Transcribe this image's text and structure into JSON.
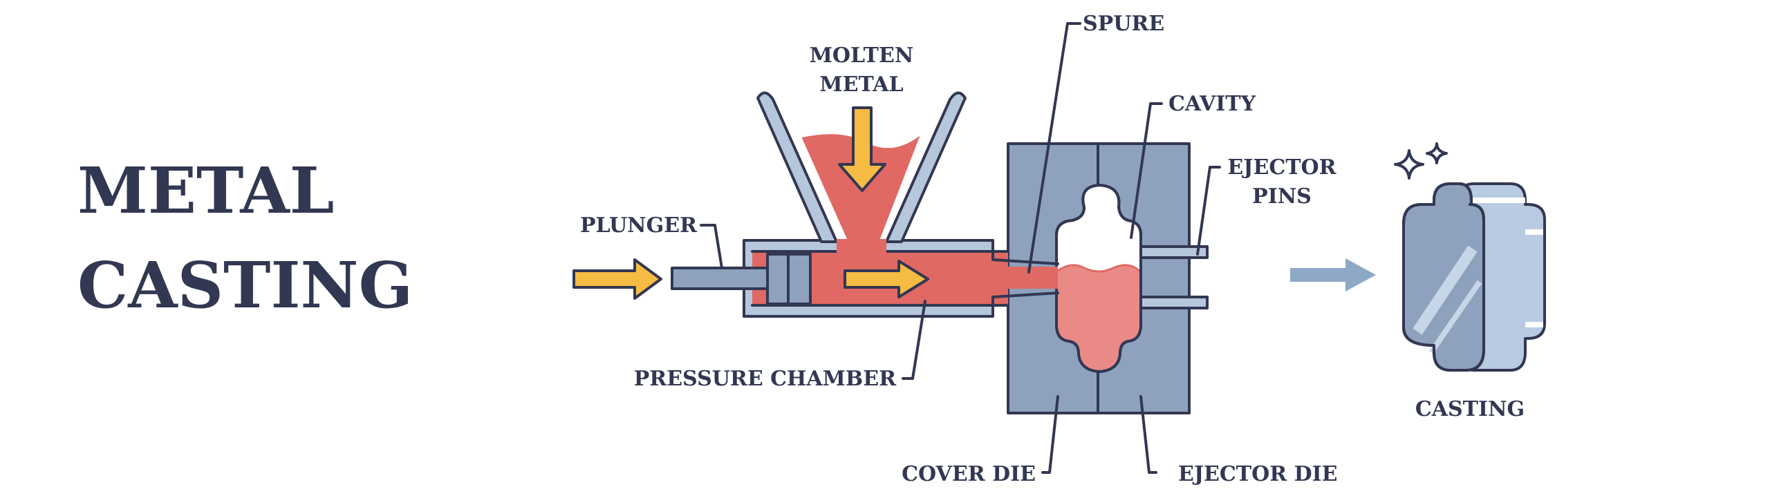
{
  "title": {
    "line1": "METAL",
    "line2": "CASTING"
  },
  "labels": {
    "molten_metal_1": "MOLTEN",
    "molten_metal_2": "METAL",
    "plunger": "PLUNGER",
    "pressure_chamber": "PRESSURE CHAMBER",
    "spure": "SPURE",
    "cavity": "CAVITY",
    "ejector_pins_1": "EJECTOR",
    "ejector_pins_2": "PINS",
    "cover_die": "COVER DIE",
    "ejector_die": "EJECTOR DIE",
    "casting": "CASTING"
  },
  "colors": {
    "ink": "#323752",
    "molten": "#e06964",
    "molten_light": "#e98a86",
    "die": "#8ea2bd",
    "funnel": "#b6c6db",
    "arrow_yellow": "#f6bb42",
    "arrow_blue": "#8ea8c6",
    "casting_light": "#b8cbe0"
  }
}
